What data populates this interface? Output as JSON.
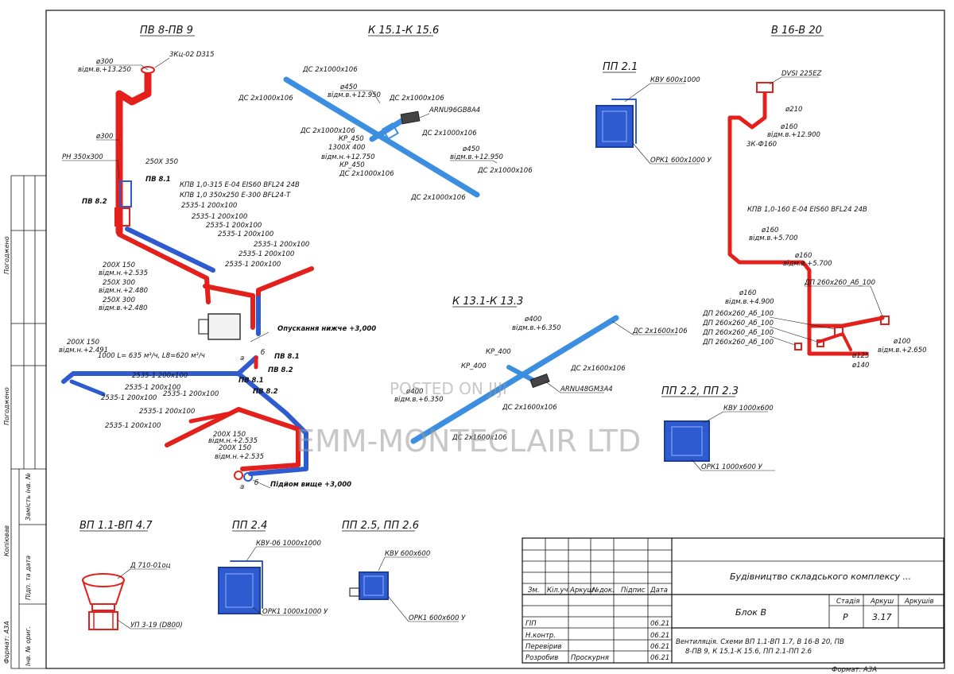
{
  "sections": {
    "pv": "ПВ 8-ПВ 9",
    "k15": "К 15.1-К 15.6",
    "v16": "В 16-В 20",
    "pp21": "ПП 2.1",
    "k13": "К 13.1-К 13.3",
    "pp22": "ПП 2.2, ПП 2.3",
    "vp": "ВП 1.1-ВП 4.7",
    "pp24": "ПП 2.4",
    "pp25": "ПП 2.5, ПП 2.6"
  },
  "labels": {
    "pv": {
      "d300a": "ø300",
      "elev13250": "відм.в.+13.250",
      "zkc": "3Кц-02 D315",
      "d300b": "ø300",
      "pn": "РН 350x300",
      "s250": "250X 350",
      "pv81a": "ПВ 8.1",
      "kpv1": "КПВ 1,0-315 Е-04 EIS60 BFL24 24В",
      "kpv2": "КПВ 1,0 350x250 Е-300 BFL24-Т",
      "pv82a": "ПВ 8.2",
      "g1": "2535-1 200x100",
      "g2": "2535-1 200x100",
      "g3": "2535-1 200x100",
      "g4": "2535-1 200x100",
      "g5": "2535-1 200x100",
      "g6": "2535-1 200x100",
      "g7": "2535-1 200x100",
      "d200a": "200X 150",
      "e2535a": "відм.н.+2.535",
      "d250a": "250X 300",
      "e2480a": "відм.н.+2.480",
      "d250b": "250X 300",
      "e2480b": "відм.в.+2.480",
      "opusk": "Опускання нижче +3,000",
      "d200b": "200X 150",
      "e2491": "відм.н.+2.491",
      "unit": "1000 L= 635 м³/ч, L8=620 м³/ч",
      "pv81b": "ПВ 8.1",
      "pv82b": "ПВ 8.2",
      "h1": "2535-1 200x100",
      "h2": "2535-1 200x100",
      "h3": "2535-1 200x100",
      "h4": "2535-1 200x100",
      "h5": "2535-1 200x100",
      "h6": "2535-1 200x100",
      "pv81c": "ПВ 8.1",
      "pv82c": "ПВ 8.2",
      "d200c": "200X 150",
      "e2535b": "відм.н.+2.535",
      "d200d": "200X 150",
      "e2535c": "відм.н.+2.535",
      "pidom": "Підйом вище +3,000",
      "a1": "а",
      "b1": "б",
      "a2": "а",
      "b2": "б"
    },
    "k15": {
      "ds1": "ДС 2x1000x106",
      "ds2": "ДС 2x1000x106",
      "d450a": "ø450",
      "e12950a": "відм.в.+12.950",
      "ds3": "ДС 2x1000x106",
      "arnu": "ARNU96GB8A4",
      "ds4": "ДС 2x1000x106",
      "ds5": "ДС 2x1000x106",
      "kr1": "КР_450",
      "r1300": "1300X 400",
      "e12750": "відм.н.+12.750",
      "kr2": "КР_450",
      "ds6": "ДС 2x1000x106",
      "d450b": "ø450",
      "e12950b": "відм.в.+12.950",
      "ds7": "ДС 2x1000x106",
      "ds8": "ДС 2x1000x106"
    },
    "v16": {
      "dvsi": "DVSI 225EZ",
      "d210": "ø210",
      "d160a": "ø160",
      "e12900": "відм.в.+12.900",
      "zk": "3К-Ф160",
      "kpv": "КПВ 1,0-160 Е-04 EIS60 BFL24 24В",
      "d160b": "ø160",
      "e5700a": "відм.в.+5.700",
      "d160c": "ø160",
      "e5700b": "відм.в.+5.700",
      "dp1": "ДП 260x260_Аб_100",
      "d160d": "ø160",
      "e4900": "відм.в.+4.900",
      "dp2": "ДП 260x260_Аб_100",
      "dp3": "ДП 260x260_Аб_100",
      "dp4": "ДП 260x260_Аб_100",
      "dp5": "ДП 260x260_Аб_100",
      "d100": "ø100",
      "e2650": "відм.в.+2.650",
      "d125": "ø125",
      "d140": "ø140"
    },
    "pp21": {
      "kvu": "КВУ 600x1000",
      "ork": "ОРК1 600x1000 У"
    },
    "k13": {
      "d400a": "ø400",
      "e6350a": "відм.в.+6.350",
      "ds1": "ДС 2x1600x106",
      "kr1": "КР_400",
      "ds2": "ДС 2x1600x106",
      "kr2": "КР_400",
      "arnu": "ARNU48GM3A4",
      "d400b": "ø400",
      "e6350b": "відм.в.+6.350",
      "ds3": "ДС 2x1600x106",
      "ds4": "ДС 2x1600x106"
    },
    "pp22": {
      "kvu": "КВУ 1000x600",
      "ork": "ОРК1 1000x600 У"
    },
    "vp": {
      "d710": "Д 710-01оц",
      "up": "УП 3-19 (D800)"
    },
    "pp24": {
      "kvu": "КВУ-06 1000x1000",
      "ork": "ОРК1 1000x1000 У"
    },
    "pp25": {
      "kvu": "КВУ 600x600",
      "ork": "ОРК1 600x600 У"
    }
  },
  "watermarks": {
    "posted": "POSTED ON JIJI",
    "company": "EMM-MONTECLAIR LTD"
  },
  "title_block": {
    "headers": [
      "Зм.",
      "Кіл.уч",
      "Аркуш",
      "№док.",
      "Підпис",
      "Дата"
    ],
    "rows": [
      {
        "role": "ГІП",
        "name": "",
        "date": "06.21"
      },
      {
        "role": "Н.контр.",
        "name": "",
        "date": "06.21"
      },
      {
        "role": "Перевірив",
        "name": "",
        "date": "06.21"
      },
      {
        "role": "Розробив",
        "name": "Проскурня",
        "date": "06.21"
      }
    ],
    "project": "Будівництво складського комплексу ...",
    "block": "Блок В",
    "stage_header": "Стадія",
    "sheet_header": "Аркуш",
    "sheets_header": "Аркушів",
    "stage": "Р",
    "sheet": "3.17",
    "sheets": "",
    "description_line1": "Вентиляція. Схеми ВП 1.1-ВП 1.7, В 16-В 20, ПВ",
    "description_line2": "8-ПВ 9, К 15.1-К 15.6, ПП 2.1-ПП 2.6",
    "format": "Формат: А3А"
  },
  "side_stamp": {
    "pogodzheno1": "Погоджено",
    "pogodzheno2": "Погоджено",
    "zaminst": "Замість інв. №",
    "pidp": "Підп. та дата",
    "inv": "Інв. № ориг.",
    "kopiyuvav": "Копіював",
    "format": "Формат: А3А"
  }
}
